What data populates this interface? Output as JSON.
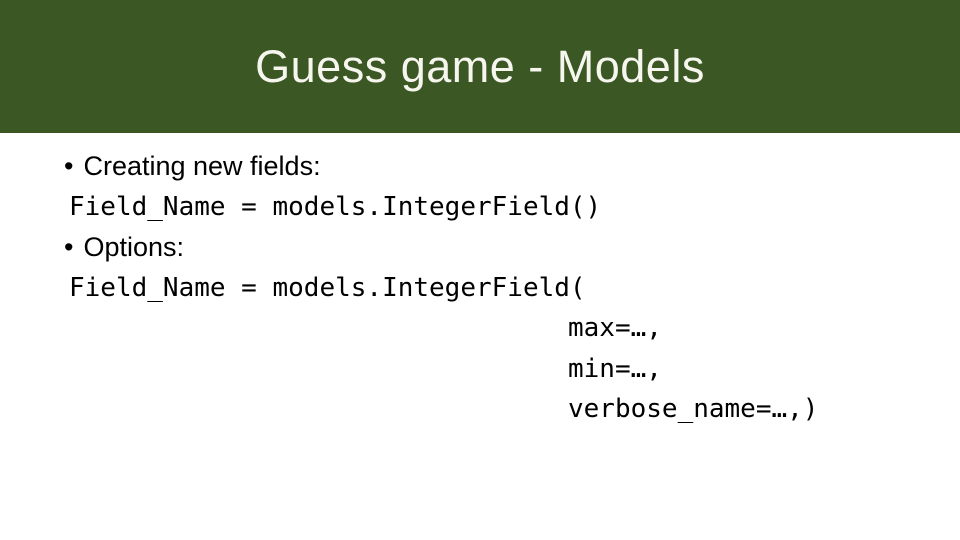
{
  "slide": {
    "title": "Guess game - Models"
  },
  "content": {
    "bullet_char": "•",
    "lines": [
      {
        "kind": "bullet",
        "text": "Creating new fields:"
      },
      {
        "kind": "code",
        "text": "Field_Name = models.IntegerField()"
      },
      {
        "kind": "bullet",
        "text": "Options:"
      },
      {
        "kind": "code",
        "text": "Field_Name = models.IntegerField("
      },
      {
        "kind": "code_indent",
        "text": "max=…,"
      },
      {
        "kind": "code_indent",
        "text": "min=…,"
      },
      {
        "kind": "code_indent",
        "text": "verbose_name=…,)"
      }
    ]
  },
  "colors": {
    "header_bg": "#3A5724",
    "title_text": "#F6F6EE",
    "body_bg": "#FFFFFF",
    "body_text": "#000000"
  }
}
